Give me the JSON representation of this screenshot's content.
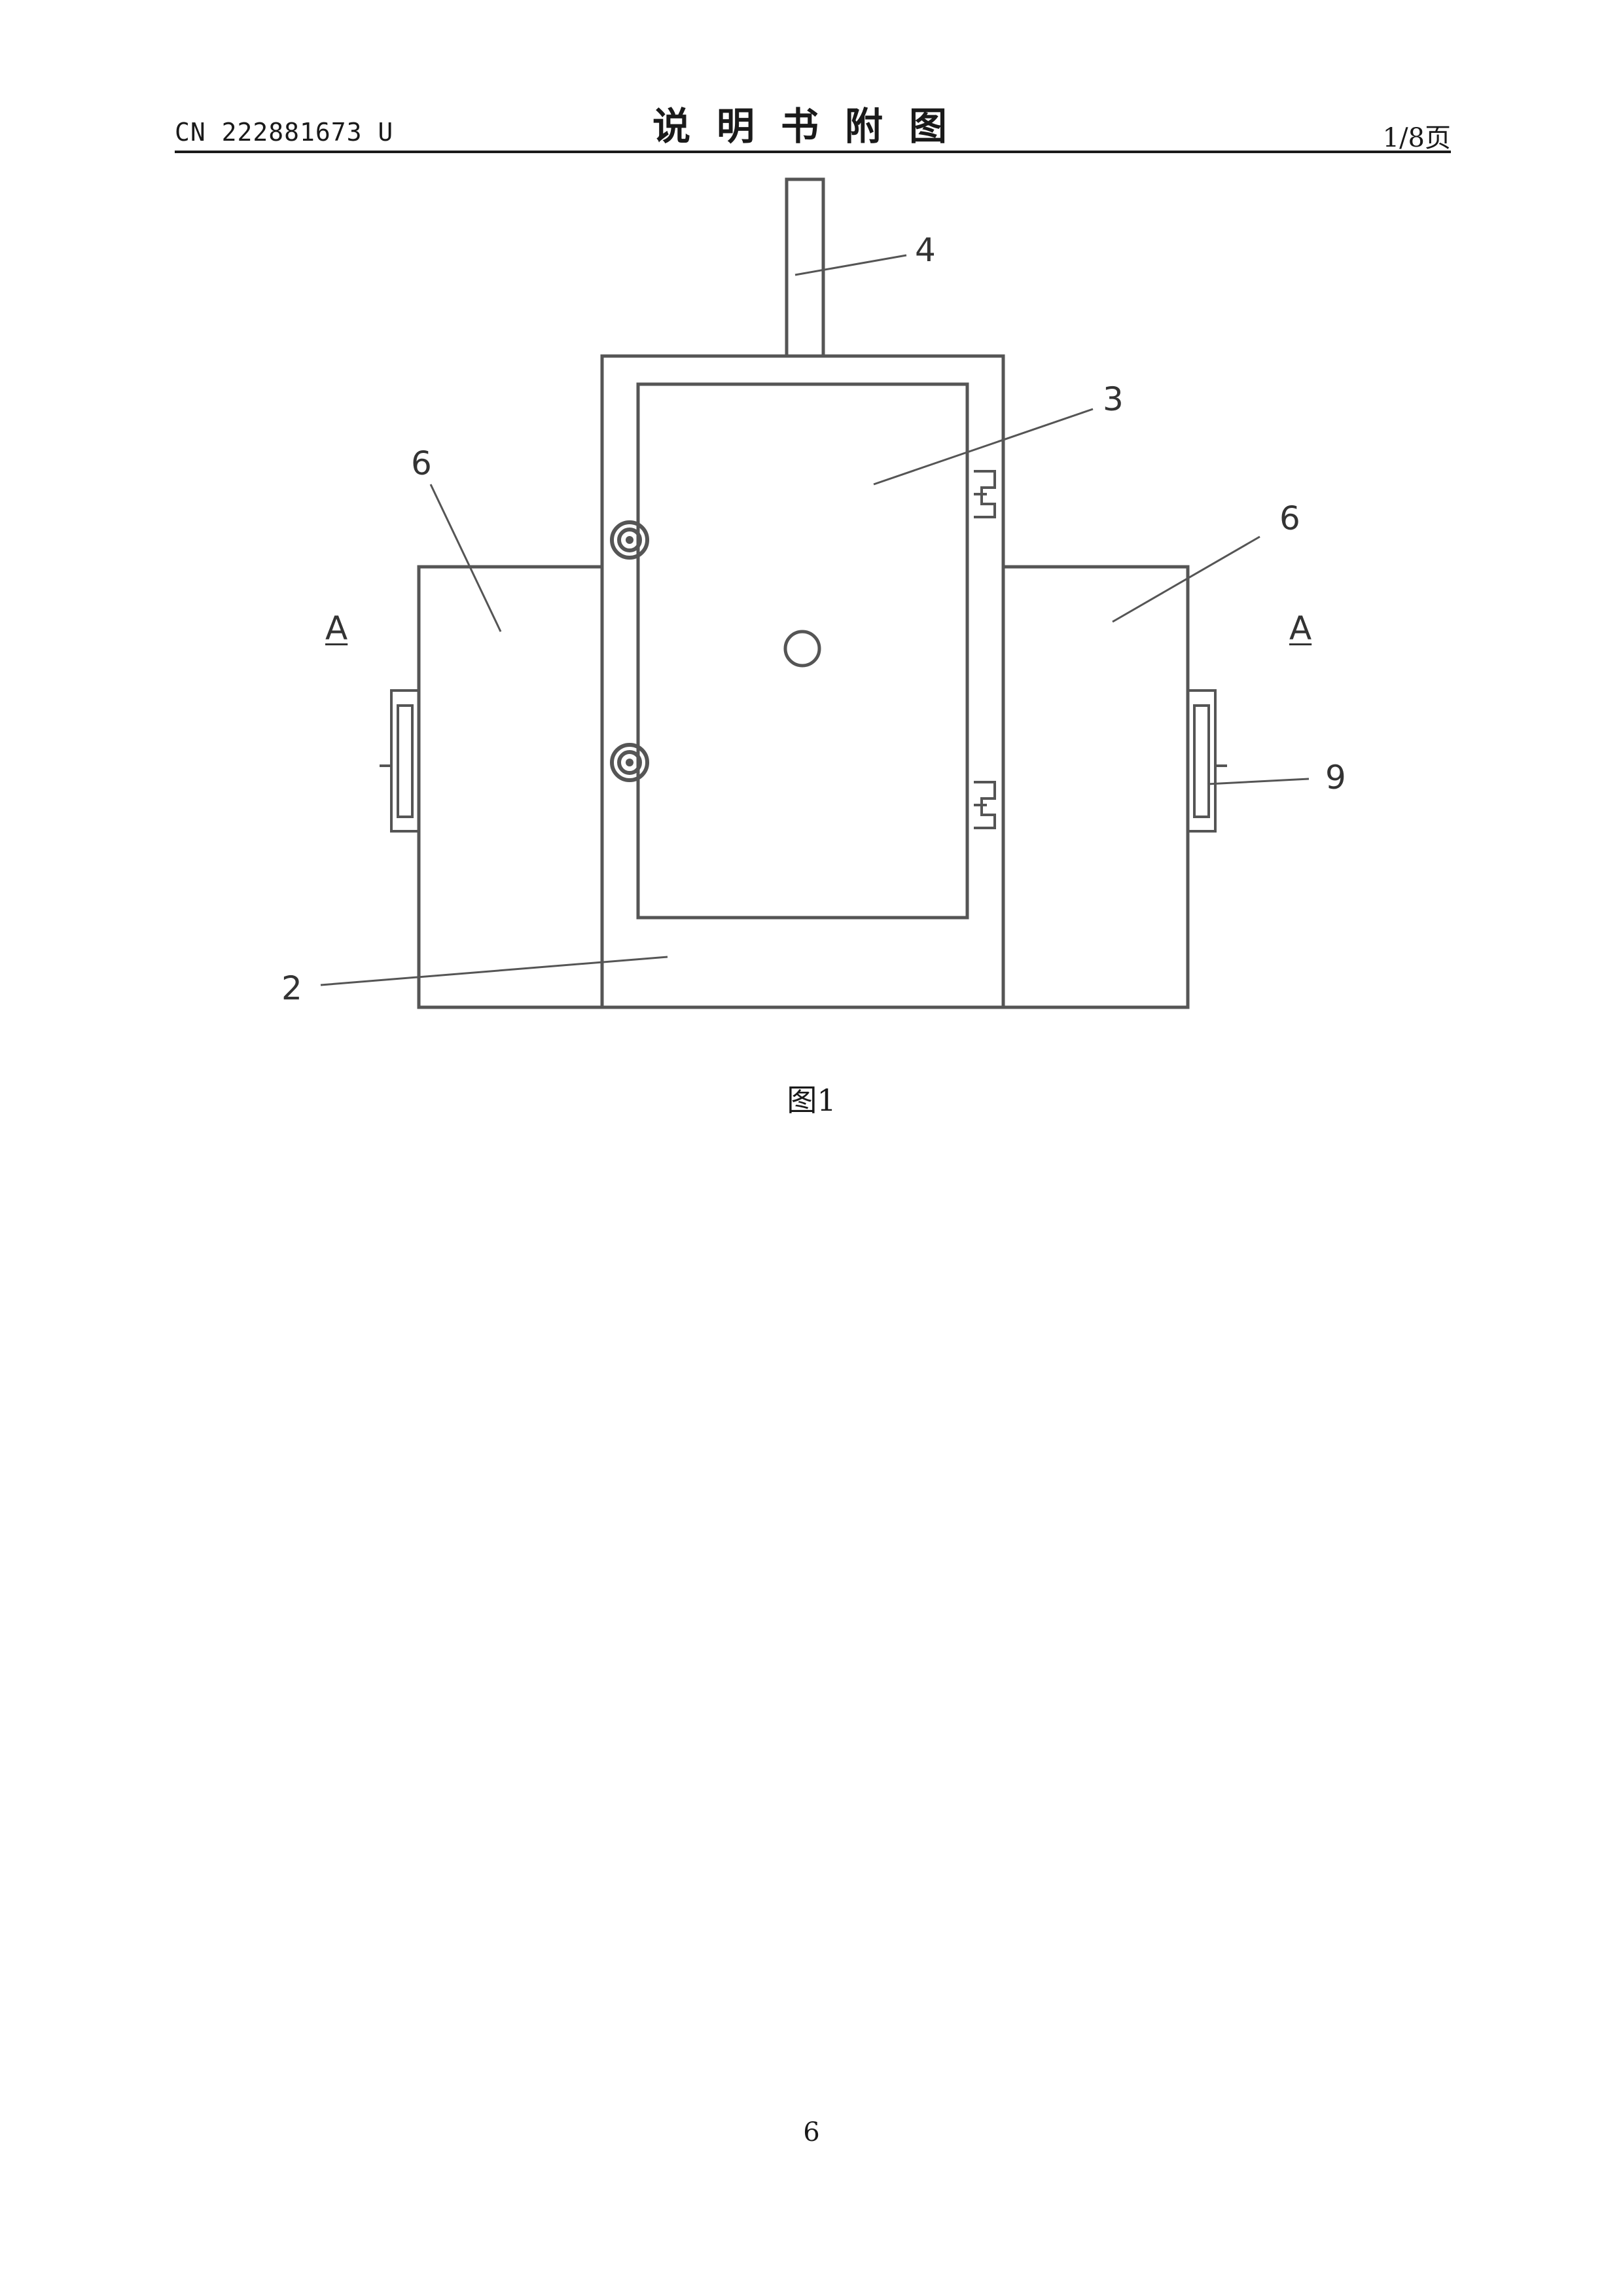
{
  "header": {
    "doc_number": "CN 222881673 U",
    "section_title": "说明书附图",
    "page_of": "1/8页"
  },
  "figure": {
    "labels": {
      "rod": "4",
      "plate": "3",
      "side_left": "6",
      "side_right": "6",
      "section_left": "A",
      "section_right": "A",
      "handle": "9",
      "frame": "2"
    },
    "caption": "图1"
  },
  "footer": {
    "page_number": "6"
  }
}
